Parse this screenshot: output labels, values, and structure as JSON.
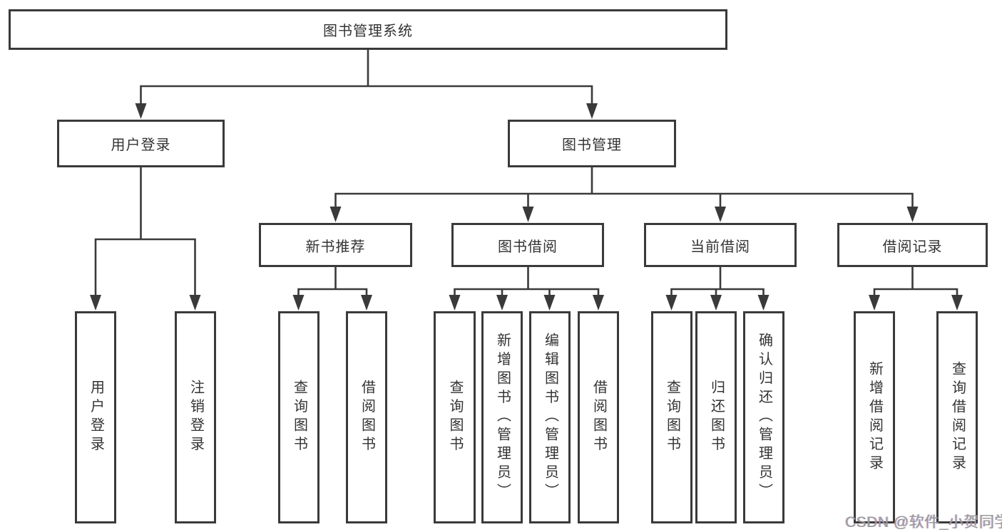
{
  "diagram": {
    "type": "tree",
    "title": "图书管理系统",
    "nodes": {
      "root": {
        "label": "图书管理系统"
      },
      "level2": [
        {
          "label": "用户登录"
        },
        {
          "label": "图书管理"
        }
      ],
      "level3": [
        {
          "label": "新书推荐",
          "parent": "图书管理"
        },
        {
          "label": "图书借阅",
          "parent": "图书管理"
        },
        {
          "label": "当前借阅",
          "parent": "图书管理"
        },
        {
          "label": "借阅记录",
          "parent": "图书管理"
        }
      ],
      "leaves": [
        {
          "label": "用户登录",
          "parent": "用户登录"
        },
        {
          "label": "注销登录",
          "parent": "用户登录"
        },
        {
          "label": "查询图书",
          "parent": "新书推荐"
        },
        {
          "label": "借阅图书",
          "parent": "新书推荐"
        },
        {
          "label": "查询图书",
          "parent": "图书借阅"
        },
        {
          "label": "新增图书（管理员）",
          "parent": "图书借阅"
        },
        {
          "label": "编辑图书（管理员）",
          "parent": "图书借阅"
        },
        {
          "label": "借阅图书",
          "parent": "图书借阅"
        },
        {
          "label": "查询图书",
          "parent": "当前借阅"
        },
        {
          "label": "归还图书",
          "parent": "当前借阅"
        },
        {
          "label": "确认归还（管理员）",
          "parent": "当前借阅"
        },
        {
          "label": "新增借阅记录",
          "parent": "借阅记录"
        },
        {
          "label": "查询借阅记录",
          "parent": "借阅记录"
        }
      ]
    },
    "colors": {
      "line": "#3a3a3a",
      "box_border": "#3a3a3a",
      "text": "#333333",
      "background": "#ffffff",
      "watermark_text_color": "#9a9a9a"
    }
  },
  "watermark": {
    "text": "CSDN @软件_小贺同学"
  }
}
